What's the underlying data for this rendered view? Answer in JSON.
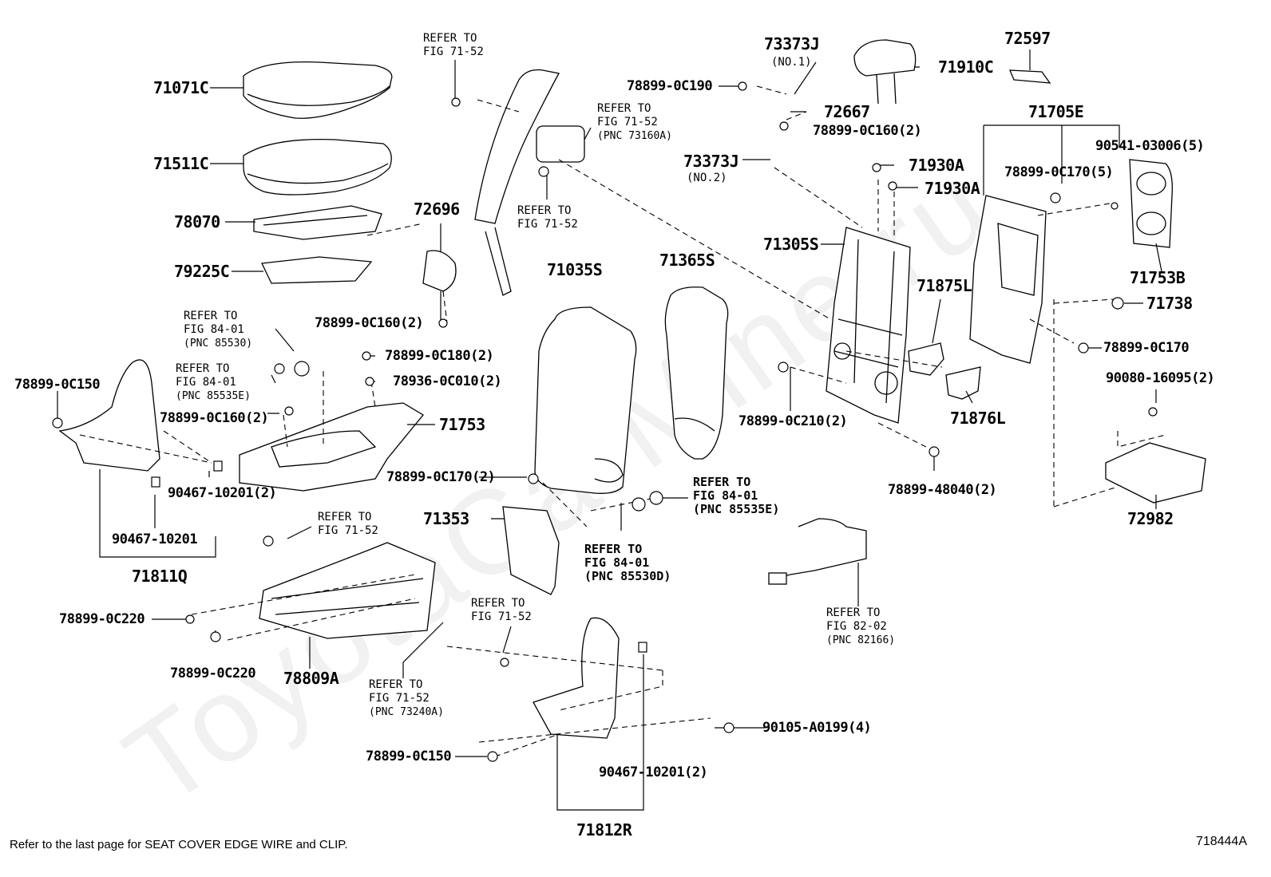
{
  "diagram": {
    "watermark": "ToyotaCarMine.ru",
    "footer_note": "Refer to the last page for SEAT COVER EDGE WIRE and CLIP.",
    "figure_code": "718444A",
    "parts": {
      "p71071C": "71071C",
      "p71511C": "71511C",
      "p78070": "78070",
      "p79225C": "79225C",
      "p72696": "72696",
      "p78899_0C160_2a": "78899-0C160(2)",
      "p78899_0C150a": "78899-0C150",
      "p78899_0C180_2": "78899-0C180(2)",
      "p78936_0C010_2": "78936-0C010(2)",
      "p78899_0C160_2b": "78899-0C160(2)",
      "p71753": "71753",
      "p90467_10201_2a": "90467-10201(2)",
      "p90467_10201": "90467-10201",
      "p71811Q": "71811Q",
      "p71035S": "71035S",
      "p71365S": "71365S",
      "p78899_0C170_2": "78899-0C170(2)",
      "p71353": "71353",
      "p78899_0C220a": "78899-0C220",
      "p78899_0C220b": "78899-0C220",
      "p78809A": "78809A",
      "p78899_0C150b": "78899-0C150",
      "p71812R": "71812R",
      "p90467_10201_2b": "90467-10201(2)",
      "p90105_A0199_4": "90105-A0199(4)",
      "p73373J_a": "73373J",
      "p73373J_a_sub": "(NO.1)",
      "p78899_0C190": "78899-0C190",
      "p72667": "72667",
      "p78899_0C160_2c": "78899-0C160(2)",
      "p73373J_b": "73373J",
      "p73373J_b_sub": "(NO.2)",
      "p71910C": "71910C",
      "p72597": "72597",
      "p71705E": "71705E",
      "p90541_03006_5": "90541-03006(5)",
      "p78899_0C170_5": "78899-0C170(5)",
      "p71930A_a": "71930A",
      "p71930A_b": "71930A",
      "p71305S": "71305S",
      "p71875L": "71875L",
      "p71876L": "71876L",
      "p71753B": "71753B",
      "p71738": "71738",
      "p78899_0C170": "78899-0C170",
      "p90080_16095_2": "90080-16095(2)",
      "p78899_0C210_2": "78899-0C210(2)",
      "p78899_48040_2": "78899-48040(2)",
      "p72982": "72982"
    },
    "refs": {
      "r1": {
        "l1": "REFER TO",
        "l2": "FIG 71-52"
      },
      "r2": {
        "l1": "REFER TO",
        "l2": "FIG 71-52",
        "l3": "(PNC 73160A)"
      },
      "r3": {
        "l1": "REFER TO",
        "l2": "FIG 71-52"
      },
      "r4": {
        "l1": "REFER TO",
        "l2": "FIG 84-01",
        "l3": "(PNC 85530)"
      },
      "r5": {
        "l1": "REFER TO",
        "l2": "FIG 84-01",
        "l3": "(PNC 85535E)"
      },
      "r6": {
        "l1": "REFER TO",
        "l2": "FIG 71-52"
      },
      "r7": {
        "l1": "REFER TO",
        "l2": "FIG 84-01",
        "l3": "(PNC 85535E)"
      },
      "r8": {
        "l1": "REFER TO",
        "l2": "FIG 84-01",
        "l3": "(PNC 85530D)"
      },
      "r9": {
        "l1": "REFER TO",
        "l2": "FIG 71-52"
      },
      "r10": {
        "l1": "REFER TO",
        "l2": "FIG 71-52",
        "l3": "(PNC 73240A)"
      },
      "r11": {
        "l1": "REFER TO",
        "l2": "FIG 82-02",
        "l3": "(PNC 82166)"
      }
    }
  }
}
